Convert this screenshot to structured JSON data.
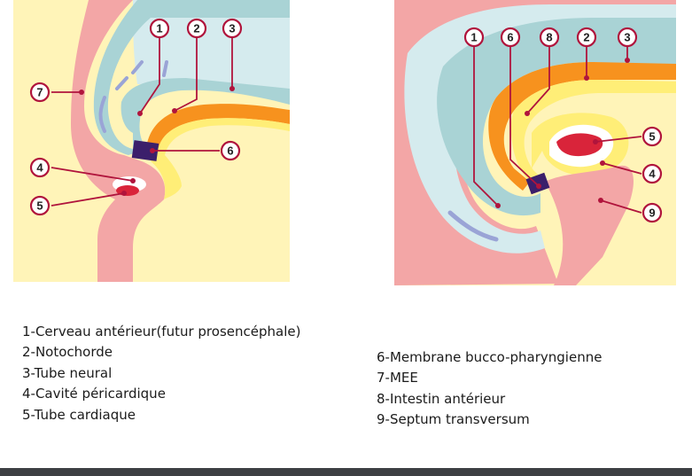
{
  "figure_left": {
    "markers": [
      "1",
      "2",
      "3",
      "4",
      "5",
      "6",
      "7"
    ]
  },
  "figure_right": {
    "markers": [
      "1",
      "6",
      "8",
      "2",
      "3",
      "5",
      "4",
      "9"
    ]
  },
  "legend_left": [
    "1-Cerveau antérieur(futur prosencéphale)",
    "2-Notochorde",
    "3-Tube neural",
    "4-Cavité péricardique",
    "5-Tube cardiaque"
  ],
  "legend_right": [
    "6-Membrane bucco-pharyngienne",
    "7-MEE",
    "8-Intestin antérieur",
    "9-Septum transversum"
  ],
  "colors": {
    "ectoderm": "#f3a6a6",
    "neural_tube": "#a9d3d5",
    "neural_lumen": "#d5ebee",
    "notochord": "#f7921e",
    "endoderm": "#ffee77",
    "yolk": "#fff4b8",
    "cavity": "#ffffff",
    "heart": "#d9243a",
    "membrane": "#3b1f6b",
    "leader": "#b0143c",
    "arrow": "#9aa4d6"
  }
}
